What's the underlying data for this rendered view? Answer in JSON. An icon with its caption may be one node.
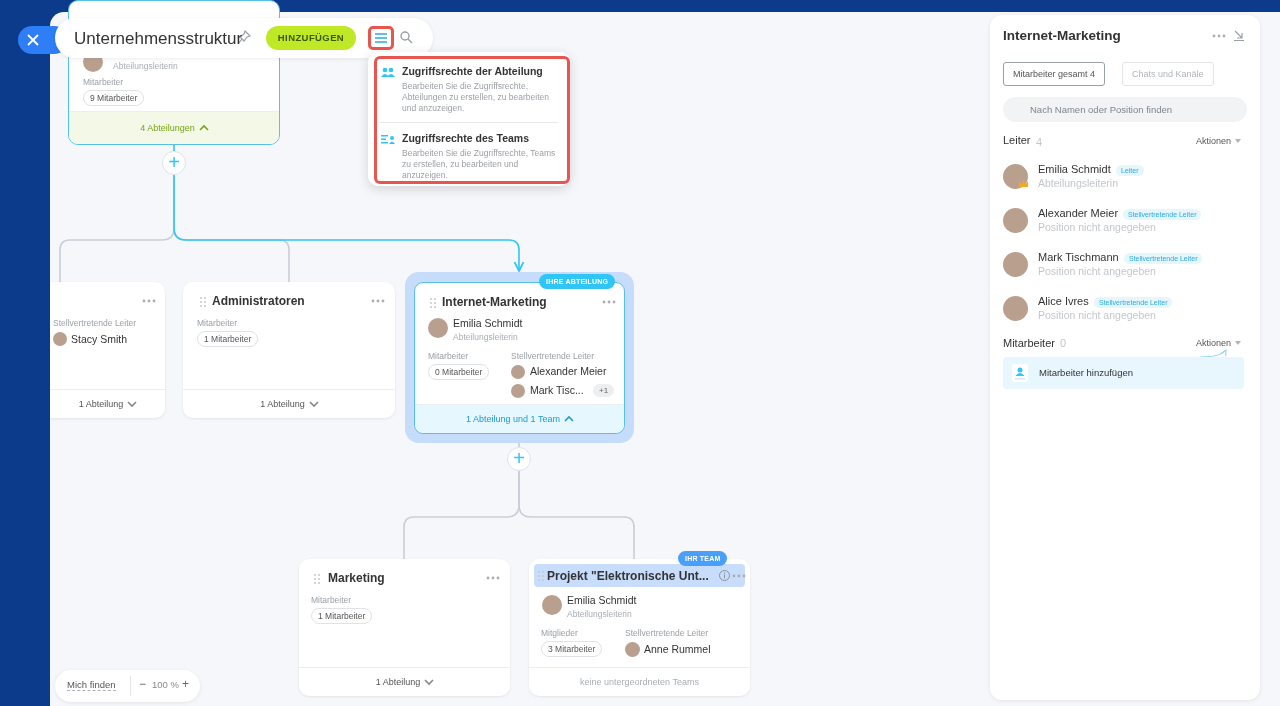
{
  "diagram": {
    "nodes": [
      {
        "text": [
          "Abteilungsleiterin",
          "Mitarbeiter",
          "9 Mitarbeiter",
          "4 Abteilungen"
        ]
      },
      {
        "text": [
          "Stellvertretende Leiter",
          "Stacy Smith",
          "1 Abteilung"
        ]
      },
      {
        "text": [
          "Administratoren",
          "Mitarbeiter",
          "1 Mitarbeiter",
          "1 Abteilung"
        ]
      },
      {
        "text": [
          "IHRE ABTEILUNG",
          "Internet-Marketing",
          "Emilia Schmidt",
          "Abteilungsleiterin",
          "Mitarbeiter",
          "0 Mitarbeiter",
          "Stellvertretende Leiter",
          "Alexander Meier",
          "Mark Tisc...",
          "+1",
          "1 Abteilung und 1 Team"
        ]
      },
      {
        "text": [
          "Marketing",
          "Mitarbeiter",
          "1 Mitarbeiter",
          "1 Abteilung"
        ]
      },
      {
        "text": [
          "IHR TEAM",
          "Projekt \"Elektronische Unt...",
          "Emilia Schmidt",
          "Abteilungsleiterin",
          "Mitglieder",
          "3 Mitarbeiter",
          "Stellvertretende Leiter",
          "Anne Rummel",
          "keine untergeordneten Teams"
        ]
      },
      {
        "text": [
          "+"
        ]
      },
      {
        "text": [
          "+"
        ]
      },
      {
        "text": [
          "Zugriffsrechte der Abteilung",
          "Bearbeiten Sie die Zugriffsrechte, Abteilungen zu erstellen, zu bearbeiten und anzuzeigen.",
          "Zugriffsrechte des Teams",
          "Bearbeiten Sie die Zugriffsrechte, Teams zu erstellen, zu bearbeiten und anzuzeigen."
        ]
      },
      {
        "text": [
          "Mitarbeiter hinzufügen"
        ]
      },
      {
        "text": [
          "Aktionen"
        ]
      }
    ],
    "edges": [
      {
        "from": 0,
        "to": 6,
        "arrow": "none",
        "color": "#2fc6f6"
      },
      {
        "from": 6,
        "to": 1,
        "arrow": "none"
      },
      {
        "from": 6,
        "to": 2,
        "arrow": "none"
      },
      {
        "from": 6,
        "to": 3,
        "arrow": "to",
        "color": "#2fc6f6"
      },
      {
        "from": 3,
        "to": 7,
        "arrow": "none"
      },
      {
        "from": 7,
        "to": 4,
        "arrow": "none"
      },
      {
        "from": 7,
        "to": 5,
        "arrow": "none"
      },
      {
        "from": 9,
        "to": 10,
        "arrow": "to",
        "color": "#8fd8f5"
      }
    ],
    "labels": [
      "Unternehmensstruktur",
      "HINZUFÜGEN",
      "Internet-Marketing",
      "Mitarbeiter gesamt 4",
      "Chats und Kanäle",
      "Nach Namen oder Position finden",
      "Leiter",
      "4",
      "Aktionen",
      "Emilia Schmidt",
      "Leiter",
      "Abteilungsleiterin",
      "Alexander Meier",
      "Stellvertretende Leiter",
      "Position nicht angegeben",
      "Mark Tischmann",
      "Stellvertretende Leiter",
      "Position nicht angegeben",
      "Alice Ivres",
      "Stellvertretende Leiter",
      "Position nicht angegeben",
      "Mitarbeiter",
      "0",
      "Mich finden",
      "−",
      "100 %",
      "+"
    ]
  }
}
